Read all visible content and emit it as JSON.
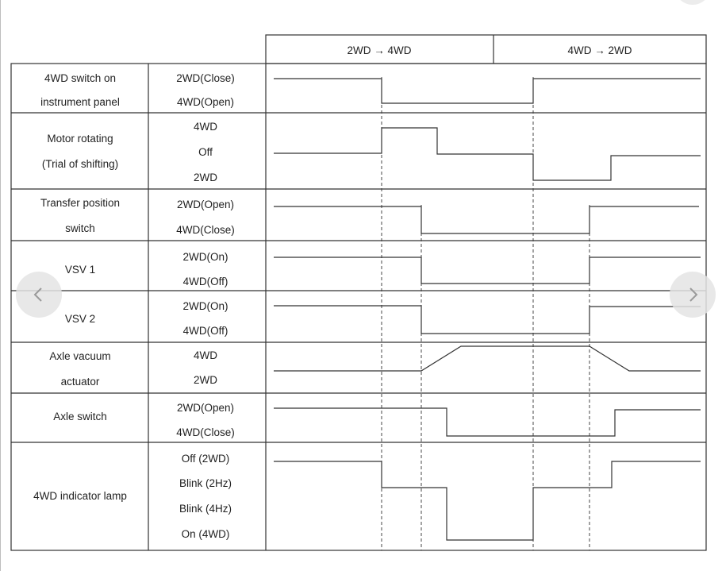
{
  "phases": [
    "2WD → 4WD",
    "4WD → 2WD"
  ],
  "rows": [
    {
      "name": [
        "4WD switch on",
        "instrument panel"
      ],
      "states": [
        "2WD(Close)",
        "4WD(Open)"
      ]
    },
    {
      "name": [
        "Motor rotating",
        "(Trial of shifting)"
      ],
      "states": [
        "4WD",
        "Off",
        "2WD"
      ]
    },
    {
      "name": [
        "Transfer position",
        "switch"
      ],
      "states": [
        "2WD(Open)",
        "4WD(Close)"
      ]
    },
    {
      "name": [
        "VSV 1"
      ],
      "states": [
        "2WD(On)",
        "4WD(Off)"
      ]
    },
    {
      "name": [
        "VSV 2"
      ],
      "states": [
        "2WD(On)",
        "4WD(Off)"
      ]
    },
    {
      "name": [
        "Axle vacuum",
        "actuator"
      ],
      "states": [
        "4WD",
        "2WD"
      ]
    },
    {
      "name": [
        "Axle switch"
      ],
      "states": [
        "2WD(Open)",
        "4WD(Close)"
      ]
    },
    {
      "name": [
        "4WD indicator lamp"
      ],
      "states": [
        "Off (2WD)",
        "Blink (2Hz)",
        "Blink (4Hz)",
        "On (4WD)"
      ]
    }
  ],
  "colors": {
    "line": "#333333",
    "nav_bg": "#e4e4e4",
    "nav_icon": "#9a9a9a"
  },
  "icons": {
    "prev": "chevron-left-icon",
    "next": "chevron-right-icon"
  }
}
